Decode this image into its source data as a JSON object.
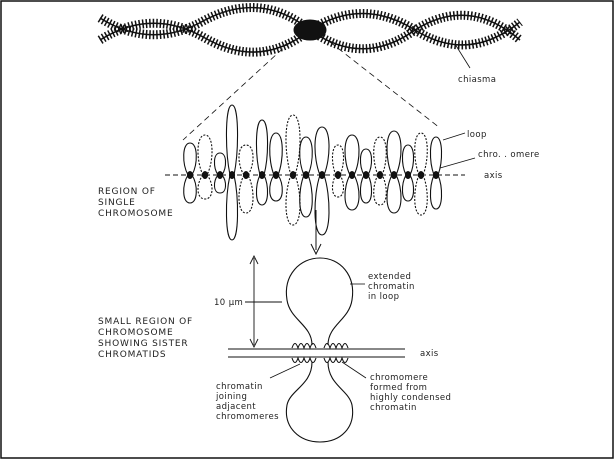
{
  "labels": {
    "chiasma": "chiasma",
    "loop": "loop",
    "chromomere": "chro. . omere",
    "axis_top": "axis",
    "region_line1": "REGION OF",
    "region_line2": "SINGLE",
    "region_line3": "CHROMOSOME",
    "extended_line1": "extended",
    "extended_line2": "chromatin",
    "extended_line3": "in loop",
    "scale": "10 µm",
    "small_line1": "SMALL REGION OF",
    "small_line2": "CHROMOSOME",
    "small_line3": "SHOWING SISTER",
    "small_line4": "CHROMATIDS",
    "axis_bottom": "axis",
    "joining_line1": "chromatin",
    "joining_line2": "joining",
    "joining_line3": "adjacent",
    "joining_line4": "chromomeres",
    "condensed_line1": "chromomere",
    "condensed_line2": "formed from",
    "condensed_line3": "highly condensed",
    "condensed_line4": "chromatin"
  }
}
